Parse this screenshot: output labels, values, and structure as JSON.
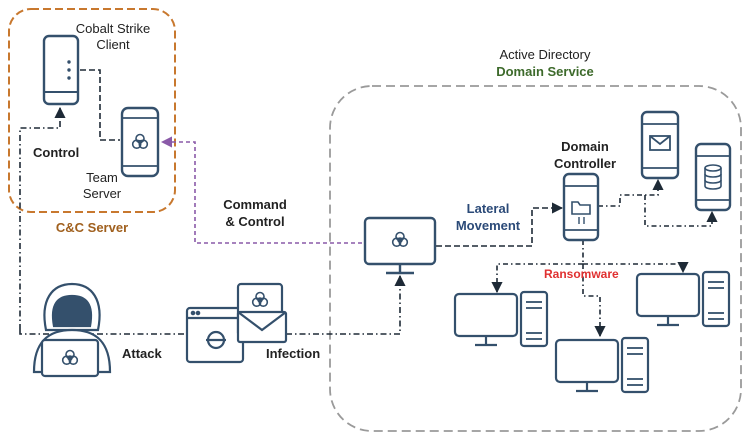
{
  "colors": {
    "device": "#34506c",
    "cnc_border": "#c8782e",
    "cnc_label": "#a0601e",
    "domain_border": "#9a9a9a",
    "domain_service": "#3d6a2b",
    "lateral": "#2b4a78",
    "ransomware": "#e03030",
    "command_path": "#8a5aa8"
  },
  "cnc": {
    "client_label_line1": "Cobalt Strike",
    "client_label_line2": "Client",
    "team_server_line1": "Team",
    "team_server_line2": "Server",
    "control_label": "Control",
    "group_label": "C&C Server"
  },
  "edges": {
    "command_line1": "Command",
    "command_line2": "& Control",
    "attack_label": "Attack",
    "infection_label": "Infection",
    "lateral_line1": "Lateral",
    "lateral_line2": "Movement",
    "ransomware_label": "Ransomware"
  },
  "domain": {
    "title_line1": "Active Directory",
    "title_line2": "Domain Service",
    "controller_line1": "Domain",
    "controller_line2": "Controller"
  },
  "icons": {
    "client": "mobile-device-icon",
    "team_server": "biohazard-server-icon",
    "hacker": "hacker-icon",
    "infection": "browser-mail-icon",
    "infected_host": "biohazard-monitor-icon",
    "controller": "folder-transfer-icon",
    "mail_server": "mail-icon",
    "db_server": "database-icon",
    "workstation": "workstation-icon"
  }
}
